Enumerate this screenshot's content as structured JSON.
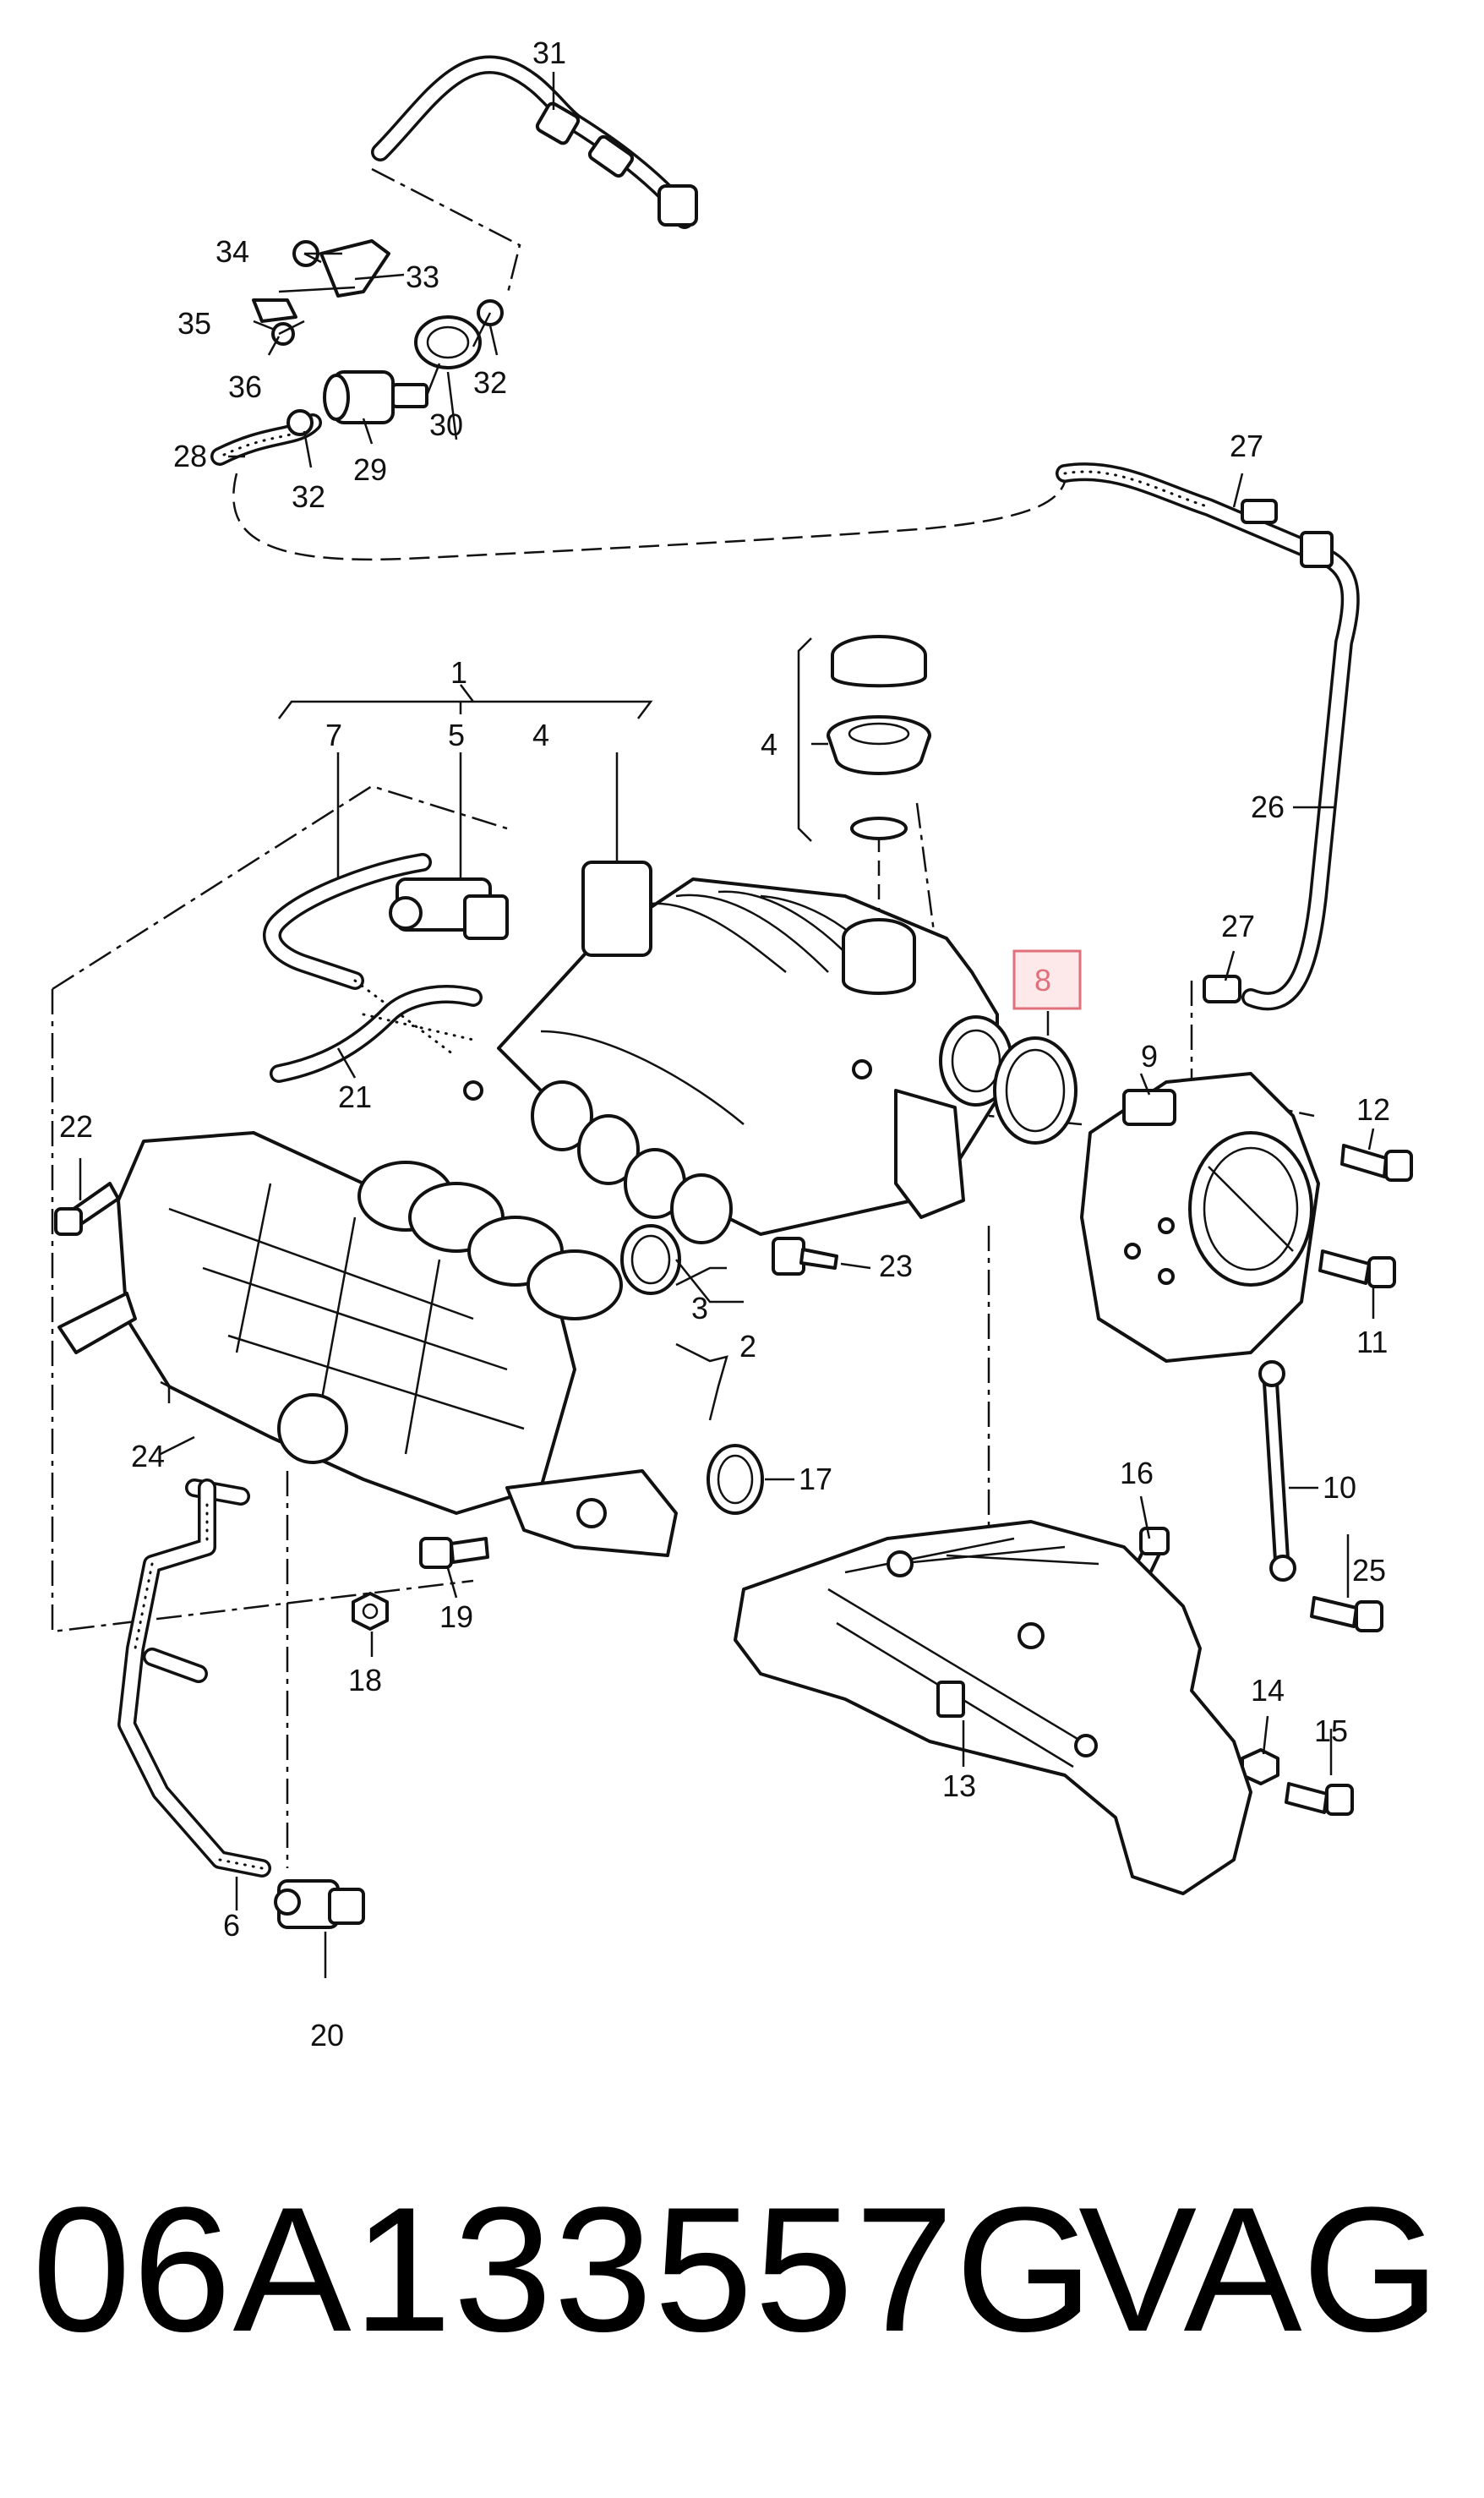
{
  "callouts": {
    "c1": "1",
    "c2": "2",
    "c3": "3",
    "c4a": "4",
    "c4b": "4",
    "c5": "5",
    "c6": "6",
    "c7": "7",
    "c8": "8",
    "c9": "9",
    "c10": "10",
    "c11": "11",
    "c12": "12",
    "c13": "13",
    "c14": "14",
    "c15": "15",
    "c16": "16",
    "c17": "17",
    "c18": "18",
    "c19": "19",
    "c20": "20",
    "c21": "21",
    "c22": "22",
    "c23": "23",
    "c24": "24",
    "c25": "25",
    "c26": "26",
    "c27a": "27",
    "c27b": "27",
    "c28": "28",
    "c29": "29",
    "c30": "30",
    "c31": "31",
    "c32a": "32",
    "c32b": "32",
    "c33": "33",
    "c34": "34",
    "c35": "35",
    "c36": "36"
  },
  "highlighted_callout": "8",
  "highlight_color": "#e0707a",
  "footer": {
    "part_number": "06A133557G",
    "brand": "VAG"
  }
}
